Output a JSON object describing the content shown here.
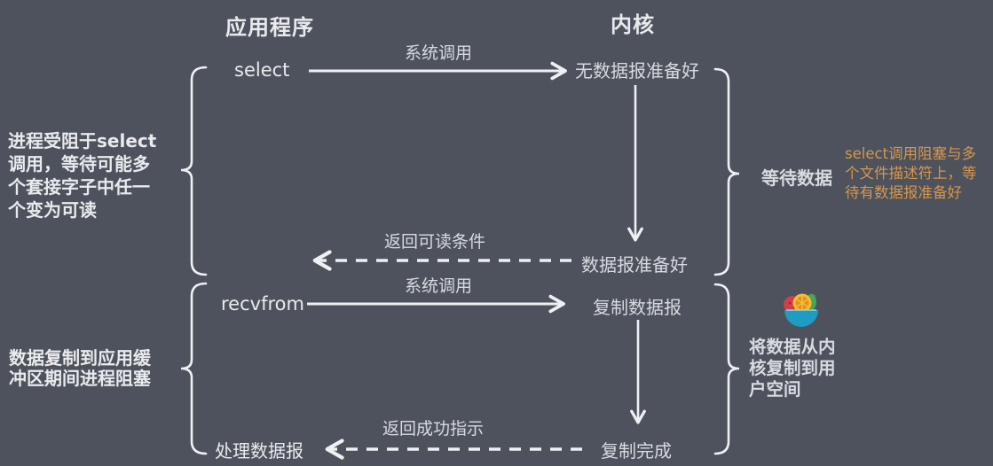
{
  "colors": {
    "background": "#4d525d",
    "text": "#e9eaec",
    "muted_text": "#d8dade",
    "orange_text": "#d6974b",
    "arrow_stroke": "#eef0f2",
    "bowl_teal": "#1e9cc2",
    "fruit_red": "#d23f48",
    "fruit_yellow": "#f2c02f",
    "fruit_orange": "#e58d27",
    "leaf_green": "#46a758"
  },
  "headers": {
    "application": "应用程序",
    "kernel": "内核"
  },
  "nodes": {
    "select": "select",
    "recvfrom": "recvfrom",
    "process_datagram": "处理数据报",
    "no_datagram_ready": "无数据报准备好",
    "datagram_ready": "数据报准备好",
    "copy_datagram": "复制数据报",
    "copy_complete": "复制完成"
  },
  "arrow_labels": {
    "syscall_select": "系统调用",
    "return_readable": "返回可读条件",
    "syscall_recvfrom": "系统调用",
    "return_success": "返回成功指示"
  },
  "annotations": {
    "left_wait_note": "进程受阻于select\n调用，等待可能多\n个套接字子中任一\n个变为可读",
    "left_copy_note": "数据复制到应用缓\n冲区期间进程阻塞",
    "right_wait_data": "等待数据",
    "right_orange_note": "select调用阻塞与多\n个文件描述符上，等\n待有数据报准备好",
    "right_copy_note": "将数据从内\n核复制到用\n户空间"
  },
  "icons": {
    "fruit_bowl": "fruit-bowl-icon"
  }
}
